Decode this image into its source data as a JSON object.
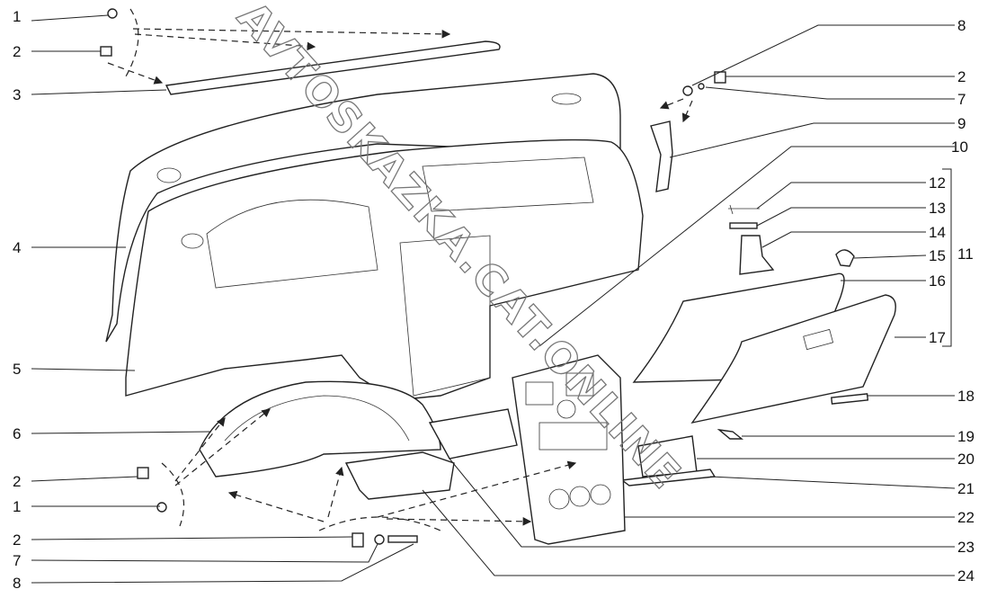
{
  "diagram": {
    "watermark": "AVTOSKAZKA.CAT.ONLINE",
    "left_callouts": [
      "1",
      "2",
      "3",
      "4",
      "5",
      "6",
      "2",
      "1",
      "2",
      "7",
      "8"
    ],
    "right_callouts": [
      "8",
      "2",
      "7",
      "9",
      "10",
      "12",
      "13",
      "14",
      "15",
      "11",
      "16",
      "17",
      "18",
      "19",
      "20",
      "21",
      "22",
      "23",
      "24"
    ]
  }
}
